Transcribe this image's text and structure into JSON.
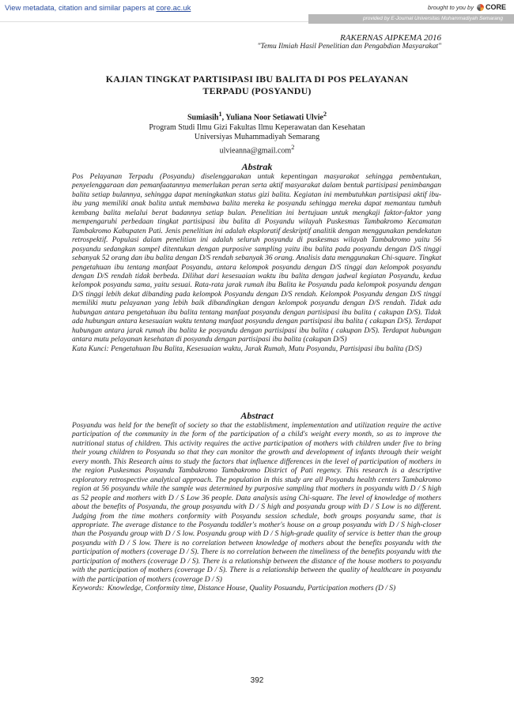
{
  "core_bar": {
    "left_text": "View metadata, citation and similar papers at ",
    "left_link": "core.ac.uk",
    "right_text": "brought to you by",
    "logo_text": "CORE",
    "provided_by": "provided by E-Journal Universitas Muhammadiyah Semarang"
  },
  "conference": {
    "name": "RAKERNAS AIPKEMA 2016",
    "subtitle": "\"Temu Ilmiah Hasil Penelitian dan Pengabdian Masyarakat\""
  },
  "paper": {
    "title_line1": "KAJIAN TINGKAT PARTISIPASI IBU BALITA DI POS PELAYANAN",
    "title_line2": "TERPADU (POSYANDU)",
    "author1": "Sumiasih",
    "author1_sup": "1",
    "author2": ", Yuliana Noor Setiawati Ulvie",
    "author2_sup": "2",
    "affiliation1": "Program Studi Ilmu Gizi Fakultas Ilmu Keperawatan dan Kesehatan",
    "affiliation2": "Universiyas Muhammadiyah Semarang",
    "email": "ulvieanna@gmail.com",
    "email_sup": "2"
  },
  "abstrak": {
    "heading": "Abstrak",
    "body": "Pos Pelayanan Terpadu (Posyandu) diselenggarakan untuk kepentingan masyarakat sehingga pembentukan, penyelenggaraan dan pemanfaatannya memerlukan peran serta aktif masyarakat dalam bentuk partisipasi penimbangan balita setiap bulannya, sehingga dapat meningkatkan status gizi balita. Kegiatan ini membutuhkan partisipasi aktif ibu-ibu yang memiliki anak balita untuk membawa balita mereka ke posyandu sehingga mereka dapat memantau tumbuh kembang balita melalui berat badannya setiap bulan. Penelitian ini bertujuan untuk mengkaji faktor-faktor yang mempengaruhi perbedaan tingkat partisipasi ibu balita di Posyandu wilayah Puskesmas Tambakromo Kecamatan Tambakromo Kabupaten Pati. Jenis penelitian ini adalah eksploratif deskriptif analitik dengan menggunakan pendekatan retrospektif. Populasi dalam penelitian ini adalah seluruh posyandu di puskesmas wilayah Tambakromo yaitu 56 posyandu sedangkan sampel ditentukan dengan purposive sampling yaitu ibu balita pada posyandu dengan D/S tinggi sebanyak 52 orang dan ibu balita dengan D/S rendah sebanyak 36 orang. Analisis data menggunakan Chi-square. Tingkat pengetahuan ibu tentang manfaat Posyandu, antara kelompok posyandu dengan D/S tinggi dan kelompok posyandu dengan D/S rendah tidak berbeda. Dilihat dari kesesuaian waktu ibu balita dengan jadwal kegiatan Posyandu, kedua kelompok posyandu sama, yaitu sesuai. Rata-rata jarak rumah ibu Balita ke Posyandu pada kelompok posyandu dengan D/S tinggi lebih dekat dibanding pada kelompok Posyandu dengan D/S rendah. Kelompok Posyandu dengan D/S tinggi memiliki mutu pelayanan yang lebih baik dibandingkan dengan kelompok posyandu dengan D/S rendah. Tidak ada hubungan antara pengetahuan ibu balita tentang manfaat posyandu dengan partisipasi ibu balita ( cakupan D/S). Tidak ada hubungan antara kesesuaian waktu tentang manfaat posyandu dengan partisipasi ibu balita ( cakupan D/S). Terdapat hubungan antara jarak rumah ibu balita ke posyandu dengan partisipasi ibu balita ( cakupan D/S). Terdapat hubungan antara mutu pelayanan kesehatan di posyandu dengan partisipasi ibu balita (cakupan D/S)",
    "keywords": "Kata Kunci: Pengetahuan Ibu Balita, Kesesuaian waktu, Jarak Rumah, Mutu Posyandu, Partisipasi ibu balita (D/S)"
  },
  "abstract": {
    "heading": "Abstract",
    "body": "Posyandu was held for the benefit of society so that the establishment, implementation and utilization require the active participation of the community in the form of the participation of a child's weight every month, so as to improve the nutritional status of children. This activity requires the active participation of mothers with children under five to bring their young children to Posyandu so that they can monitor the growth and development of infants through their weight every month. This Research aims to study the factors that influence differences in the level of participation of mothers in the region Puskesmas Posyandu Tambakromo Tambakromo District of Pati regency. This research is a descriptive exploratory retrospective analytical approach. The population in this study are all Posyandu health centers Tambakromo region at 56 posyandu while the sample was determined by purposive sampling that mothers in posyandu with D / S high as 52 people and mothers with D / S Low 36 people. Data analysis using Chi-square. The level of knowledge of mothers about the benefits of Posyandu, the group posyandu with D / S high and posyandu group with D / S Low is no different. Judging from the time mothers conformity with Posyandu session schedule, both groups posyandu same, that is appropriate. The average distance to the Posyandu toddler's mother's house on a group posyandu with D / S high-closer than the Posyandu group with D / S low. Posyandu group with D / S high-grade quality of service is better than the group posyandu with D / S low. There is no correlation between knowledge of mothers about the benefits posyandu with the participation of mothers (coverage D / S). There is no correlation between the timeliness of the benefits posyandu with the participation of mothers (coverage D / S). There is a relationship between the distance of the house mothers to posyandu with the participation of mothers (coverage D / S). There is a relationship between the quality of healthcare in posyandu with the participation of mothers (coverage D / S)",
    "keywords_label": "Keywords:",
    "keywords": "Knowledge, Conformity time, Distance House, Quality Posuandu, Participation mothers (D / S)"
  },
  "page_number": "392"
}
